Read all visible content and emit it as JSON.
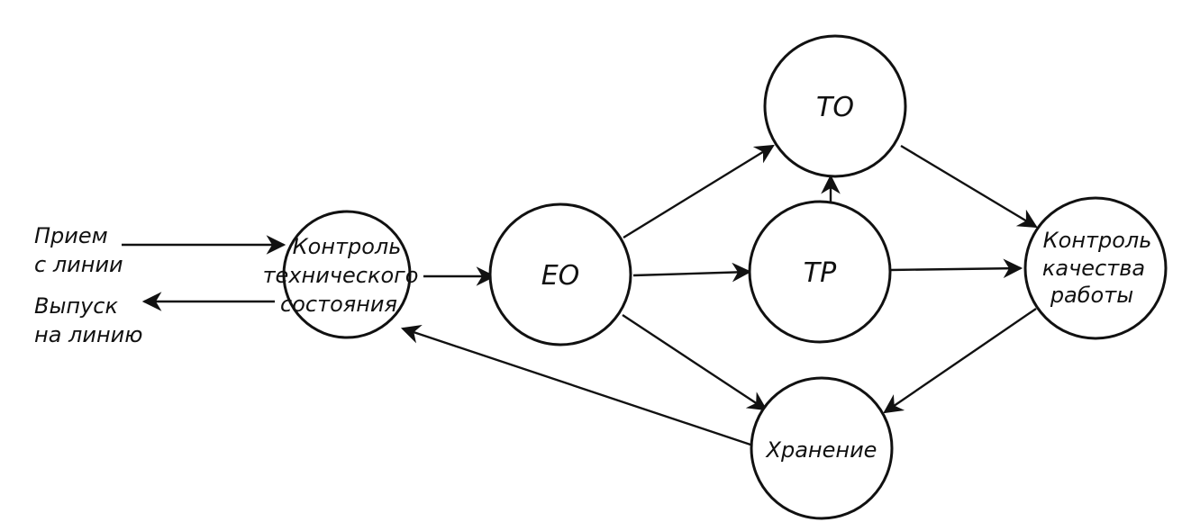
{
  "nodes": {
    "control_tech": {
      "lines": [
        "Контроль",
        "технического",
        "состояния"
      ]
    },
    "eo": {
      "label": "ЕО"
    },
    "to": {
      "label": "ТО"
    },
    "tr": {
      "label": "ТР"
    },
    "control_quality": {
      "lines": [
        "Контроль",
        "качества",
        "работы"
      ]
    },
    "storage": {
      "label": "Хранение"
    }
  },
  "external": {
    "receive": [
      "Прием",
      "с линии"
    ],
    "release": [
      "Выпуск",
      "на линию"
    ]
  },
  "colors": {
    "ink": "#111111",
    "paper": "#ffffff"
  }
}
